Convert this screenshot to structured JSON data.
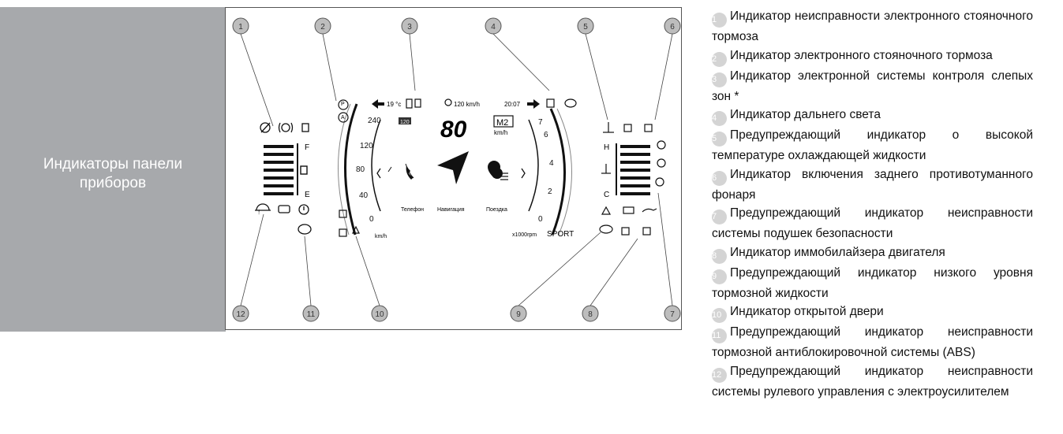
{
  "sidebar": {
    "title": "Индикаторы панели\nприборов"
  },
  "figure": {
    "callouts": [
      "1",
      "2",
      "3",
      "4",
      "5",
      "6",
      "7",
      "8",
      "9",
      "10",
      "11",
      "12"
    ],
    "gauge": {
      "speed_ticks": [
        "240",
        "120",
        "80",
        "40",
        "0"
      ],
      "speed_unit": "km/h",
      "speed_box": "120",
      "temp_left": "19 °c",
      "speed_limit": "120 km/h",
      "clock": "20:07",
      "speed_value": "80",
      "gear": "M2",
      "gear_unit": "km/h",
      "rpm_ticks": [
        "7",
        "6",
        "4",
        "2",
        "0"
      ],
      "rpm_unit": "x1000rpm",
      "mode": "SPORT",
      "menu": [
        "Телефон",
        "Навигация",
        "Поездка"
      ],
      "fuel_labels": [
        "F",
        "E"
      ],
      "temp_labels": [
        "H",
        "C"
      ]
    }
  },
  "legend": [
    {
      "num": "1",
      "text": "Индикатор неисправности электронного стояночного тормоза"
    },
    {
      "num": "2",
      "text": "Индикатор электронного стояночного тормоза"
    },
    {
      "num": "3",
      "text": "Индикатор электронной системы контроля слепых зон *"
    },
    {
      "num": "4",
      "text": "Индикатор дальнего света"
    },
    {
      "num": "5",
      "text": "Предупреждающий индикатор о высокой температуре охлаждающей жидкости"
    },
    {
      "num": "6",
      "text": "Индикатор включения заднего противотуманного фонаря"
    },
    {
      "num": "7",
      "text": "Предупреждающий индикатор неисправности системы подушек безопасности"
    },
    {
      "num": "8",
      "text": "Индикатор иммобилайзера двигателя"
    },
    {
      "num": "9",
      "text": "Предупреждающий индикатор низкого уровня тормозной жидкости"
    },
    {
      "num": "10",
      "text": "Индикатор открытой двери"
    },
    {
      "num": "11",
      "text": "Предупреждающий индикатор неисправности тормозной антиблокировочной системы (ABS)"
    },
    {
      "num": "12",
      "text": "Предупреждающий индикатор неисправности системы рулевого управления с электроусилителем"
    }
  ]
}
